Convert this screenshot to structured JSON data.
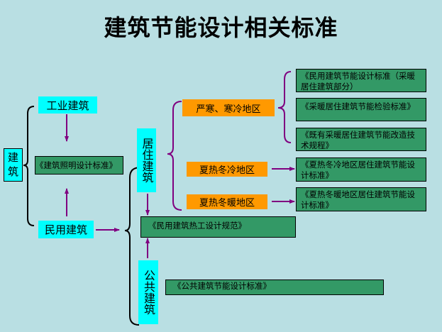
{
  "title": "建筑节能设计相关标准",
  "colors": {
    "background": "#b9dfe3",
    "category_box": "#00ffff",
    "region_box": "#ff9900",
    "standard_box": "#339966",
    "arrow": "#800080",
    "brace_black": "#000000",
    "brace_purple": "#800080"
  },
  "nodes": {
    "root": "建筑",
    "industrial": "工业建筑",
    "civil": "民用建筑",
    "residential": "居住建筑",
    "public": "公共建筑",
    "region_cold": "严寒、寒冷地区",
    "region_hot_summer_cold_winter": "夏热冬冷地区",
    "region_hot_summer_warm_winter": "夏热冬暖地区"
  },
  "standards": {
    "lighting": "《建筑照明设计标准》",
    "civil_energy_heating_residential": "《民用建筑节能设计标准（采暖居住建筑部分）",
    "heating_residential_inspection": "《采暖居住建筑节能检验标准》",
    "existing_heating_retrofit": "《既有采暖居住建筑节能改造技术规程》",
    "hscw_residential": "《夏热冬冷地区居住建筑节能设计标准》",
    "hsww_residential": "《夏热冬暖地区居住建筑节能设计标准》",
    "civil_thermal": "《民用建筑热工设计规范》",
    "public_energy": "《公共建筑节能设计标准》"
  }
}
